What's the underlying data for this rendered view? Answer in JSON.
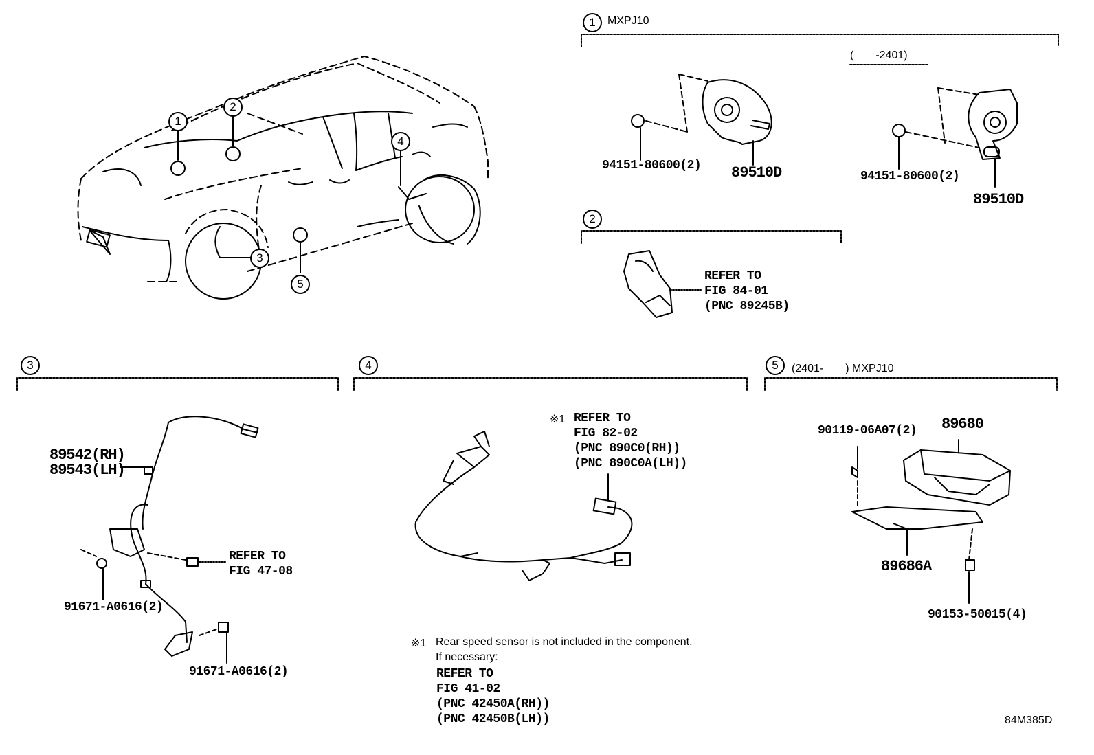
{
  "sections": {
    "s1": {
      "num": "1",
      "label": "MXPJ10",
      "sublabel": "(　　-2401)"
    },
    "s2": {
      "num": "2"
    },
    "s3": {
      "num": "3"
    },
    "s4": {
      "num": "4"
    },
    "s5": {
      "num": "5",
      "label": "(2401-　　) MXPJ10"
    }
  },
  "car_callouts": [
    "1",
    "2",
    "3",
    "4",
    "5"
  ],
  "parts": {
    "clip_a": "94151-80600(2)",
    "sensor_a": "89510D",
    "clip_b": "94151-80600(2)",
    "sensor_b": "89510D",
    "sensor_rh": "89542(RH)",
    "sensor_lh": "89543(LH)",
    "bolt_left": "91671-A0616(2)",
    "bolt_bottom": "91671-A0616(2)",
    "bolt_ecu_top": "90119-06A07(2)",
    "ecu": "89680",
    "bracket": "89686A",
    "bolt_ecu_bottom": "90153-50015(4)"
  },
  "refs": {
    "s2": [
      "REFER TO",
      "FIG 84-01",
      "(PNC 89245B)"
    ],
    "s3": [
      "REFER TO",
      "FIG 47-08"
    ],
    "s4_mark": "※1",
    "s4": [
      "REFER TO",
      "FIG 82-02",
      "(PNC 890C0(RH))",
      "(PNC 890C0A(LH))"
    ]
  },
  "footnote": {
    "mark": "※1",
    "line1": "Rear speed sensor is not included in the component.",
    "line2": "If necessary:",
    "refs": [
      "REFER TO",
      "FIG 41-02",
      "(PNC 42450A(RH))",
      "(PNC 42450B(LH))"
    ]
  },
  "figure_id": "84M385D"
}
